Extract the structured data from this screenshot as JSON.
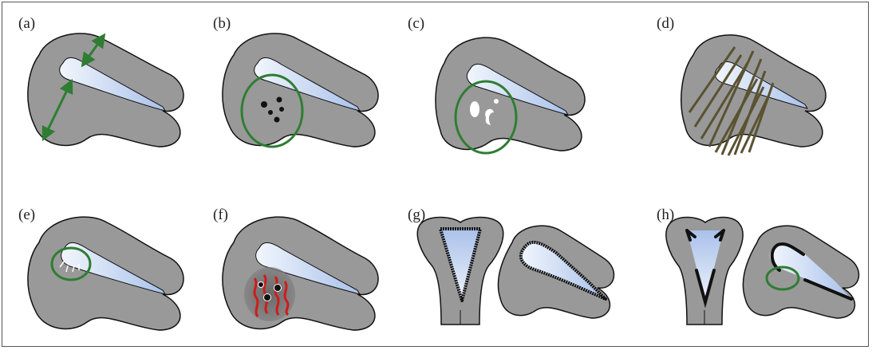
{
  "panels": [
    {
      "label": "(a)"
    },
    {
      "label": "(b)"
    },
    {
      "label": "(c)"
    },
    {
      "label": "(d)"
    },
    {
      "label": "(e)"
    },
    {
      "label": "(f)"
    },
    {
      "label": "(g)"
    },
    {
      "label": "(h)"
    }
  ],
  "colors": {
    "tissue": "#999999",
    "cavity": "#d9e6f7",
    "green": "#2e7d32",
    "red": "#d11a1a",
    "fiber": "#5a5230",
    "outline": "#111111"
  }
}
